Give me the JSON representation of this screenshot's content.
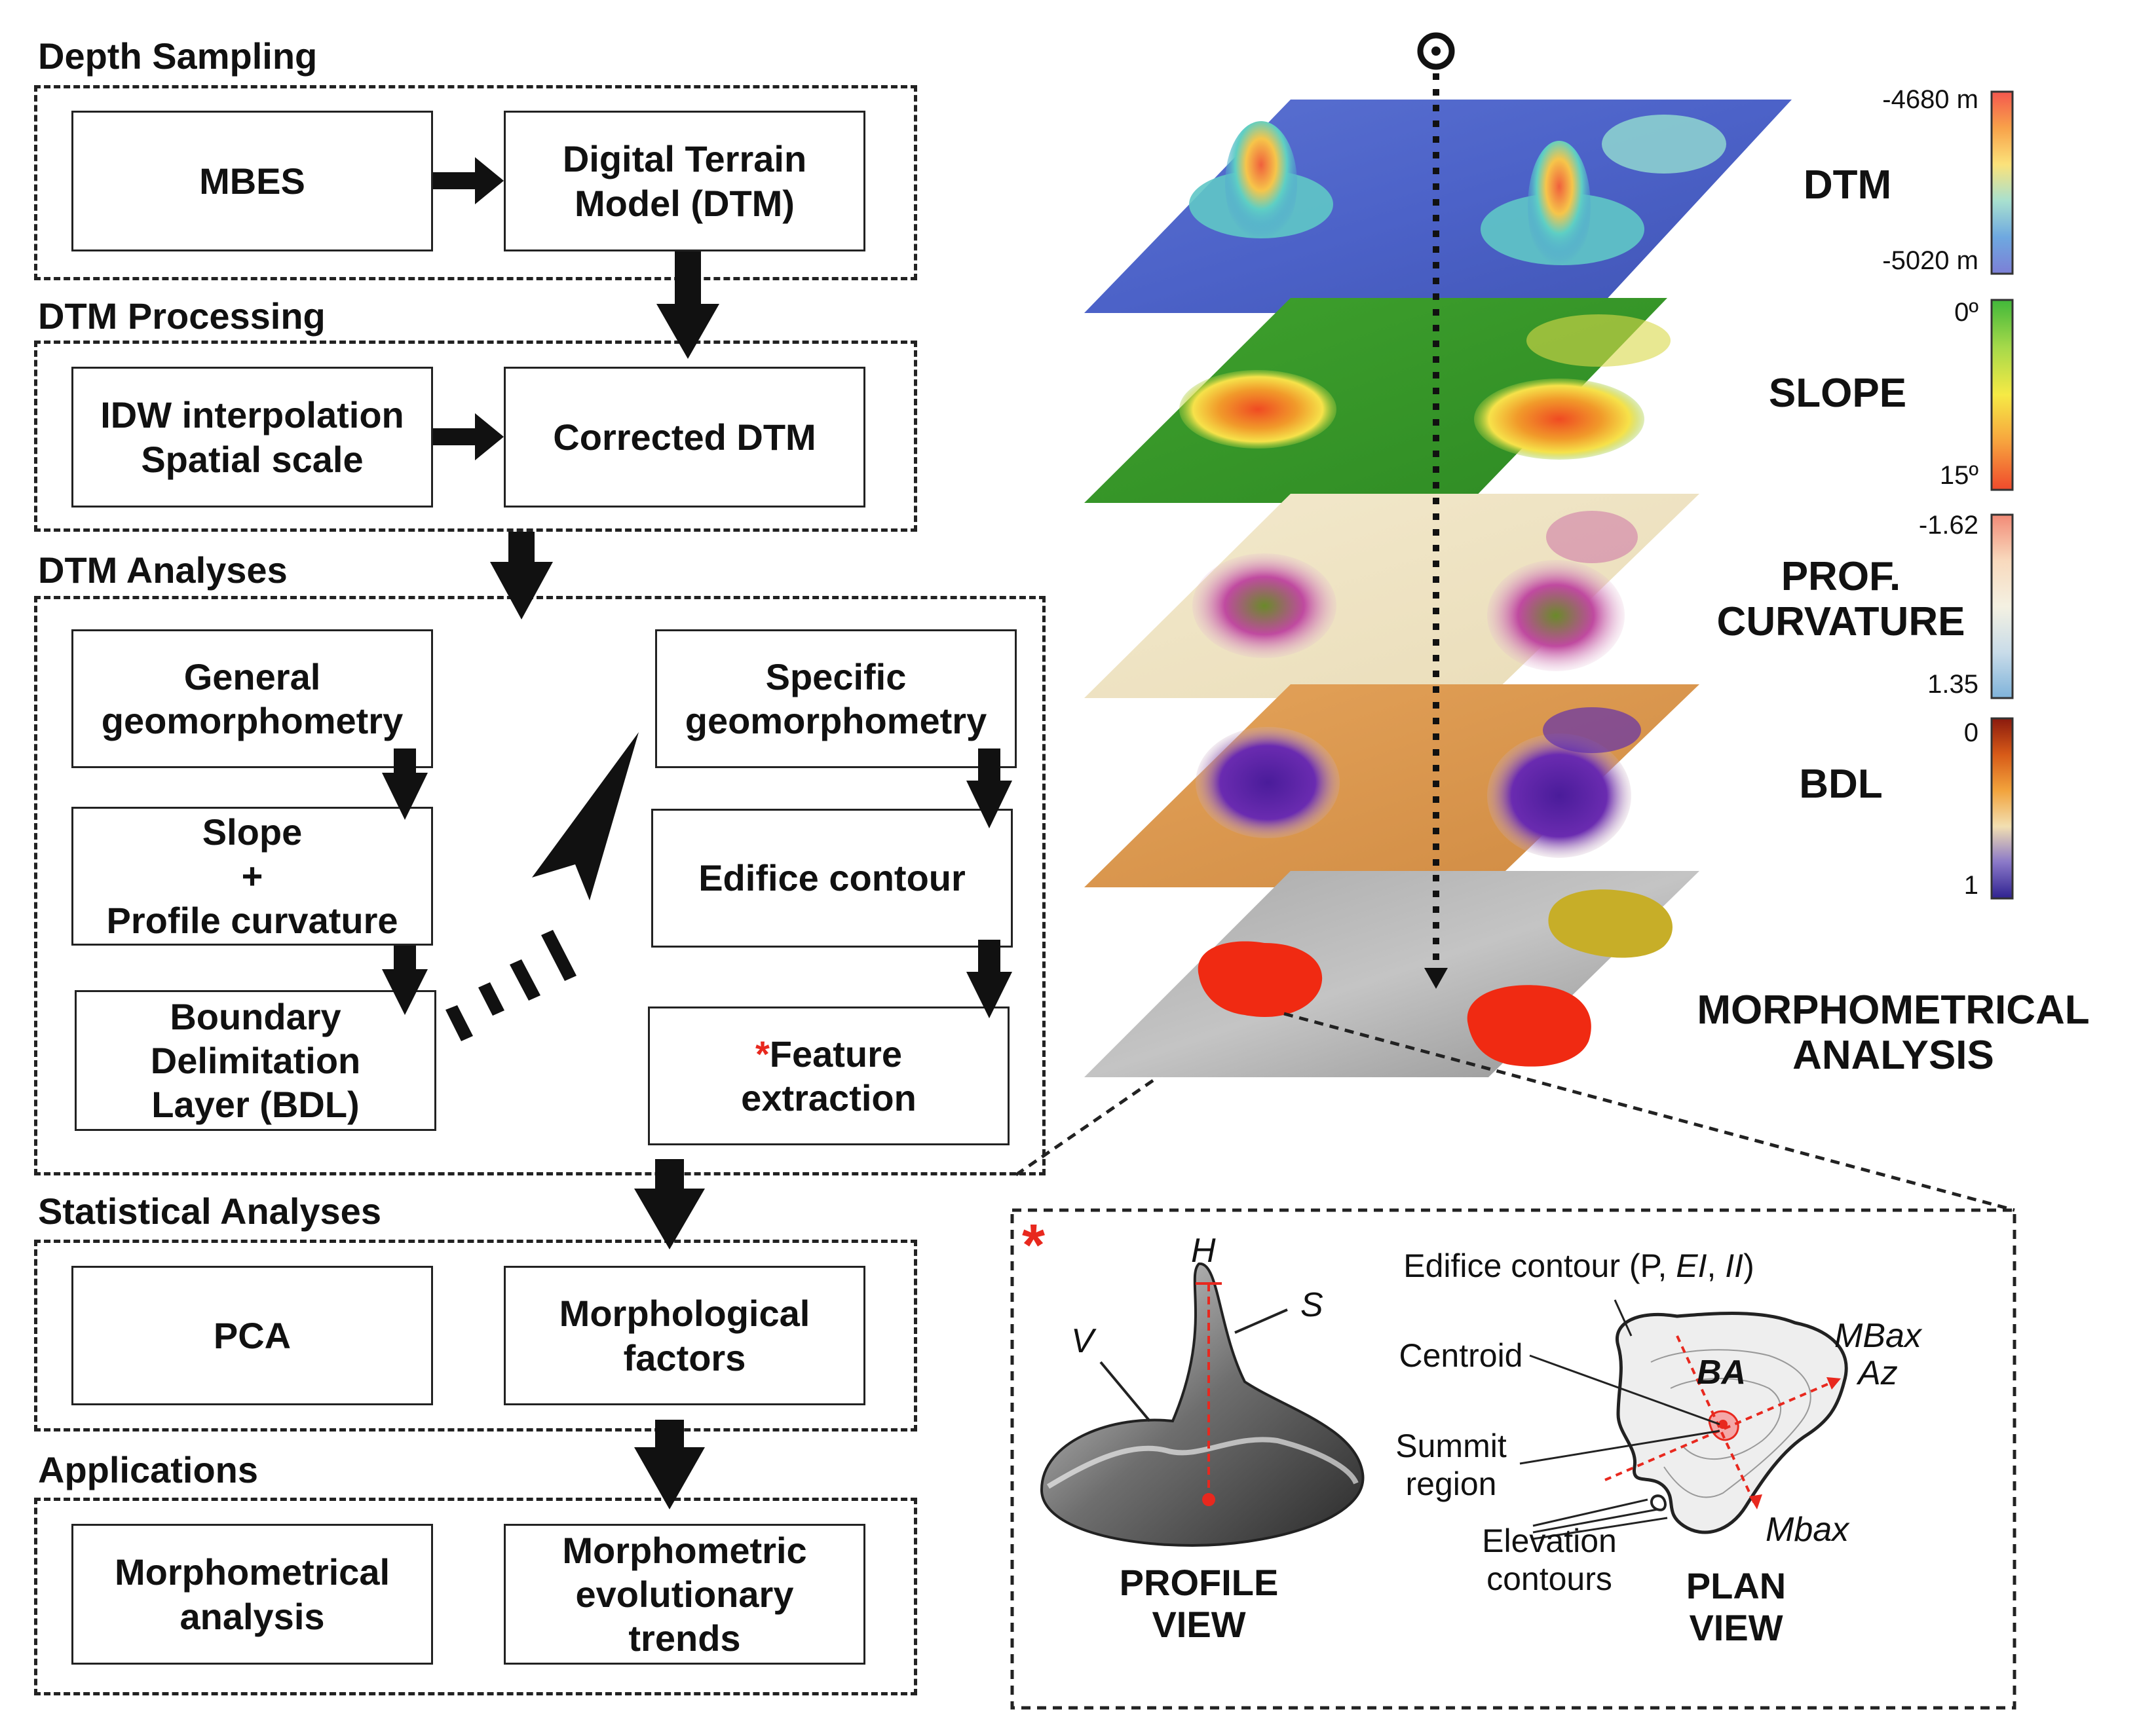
{
  "flow": {
    "depth_sampling": {
      "title": "Depth Sampling",
      "mbes": "MBES",
      "dtm": "Digital Terrain\nModel (DTM)"
    },
    "dtm_processing": {
      "title": "DTM Processing",
      "idw": "IDW interpolation\nSpatial scale",
      "corrected": "Corrected DTM"
    },
    "dtm_analyses": {
      "title": "DTM Analyses",
      "general": "General\ngeomorphometry",
      "slope": "Slope\n+\nProfile curvature",
      "bdl": "Boundary\nDelimitation\nLayer (BDL)",
      "specific": "Specific\ngeomorphometry",
      "edifice": "Edifice contour",
      "feature_star": "*",
      "feature": "Feature\nextraction"
    },
    "statistical": {
      "title": "Statistical Analyses",
      "pca": "PCA",
      "factors": "Morphological\nfactors"
    },
    "applications": {
      "title": "Applications",
      "morph": "Morphometrical\nanalysis",
      "trends": "Morphometric\nevolutionary\ntrends"
    }
  },
  "layers": {
    "dtm": {
      "label": "DTM",
      "scale_top": "-4680 m",
      "scale_bottom": "-5020 m",
      "colors": [
        "#f4574e",
        "#f8a24a",
        "#fbe27a",
        "#a8e0cf",
        "#6ea8e0",
        "#7c7fd6"
      ]
    },
    "slope": {
      "label": "SLOPE",
      "scale_top": "0º",
      "scale_bottom": "15º",
      "colors": [
        "#41b83a",
        "#a6d94a",
        "#f6ea45",
        "#f7a23e",
        "#ef4a2c"
      ]
    },
    "curvature": {
      "label": "PROF.\nCURVATURE",
      "scale_top": "-1.62",
      "scale_bottom": "1.35",
      "colors": [
        "#f28a76",
        "#f8d9bd",
        "#f4f1e2",
        "#c9dce9",
        "#7fb3da"
      ]
    },
    "bdl": {
      "label": "BDL",
      "scale_top": "0",
      "scale_bottom": "1",
      "colors": [
        "#8a1a0e",
        "#d75a18",
        "#f2a33c",
        "#f2dfb1",
        "#8a78c8",
        "#2f2290"
      ]
    },
    "morph": {
      "label": "MORPHOMETRICAL\nANALYSIS"
    }
  },
  "detail": {
    "star": "*",
    "h": "H",
    "s": "S",
    "v": "V",
    "profile_view": "PROFILE\nVIEW",
    "edifice_contour": "Edifice contour (P, EI, II)",
    "centroid": "Centroid",
    "ba": "BA",
    "summit_region": "Summit\nregion",
    "elevation_contours": "Elevation\ncontours",
    "mbax_az": "MBax\nAz",
    "mbax": "Mbax",
    "plan_view": "PLAN\nVIEW"
  }
}
